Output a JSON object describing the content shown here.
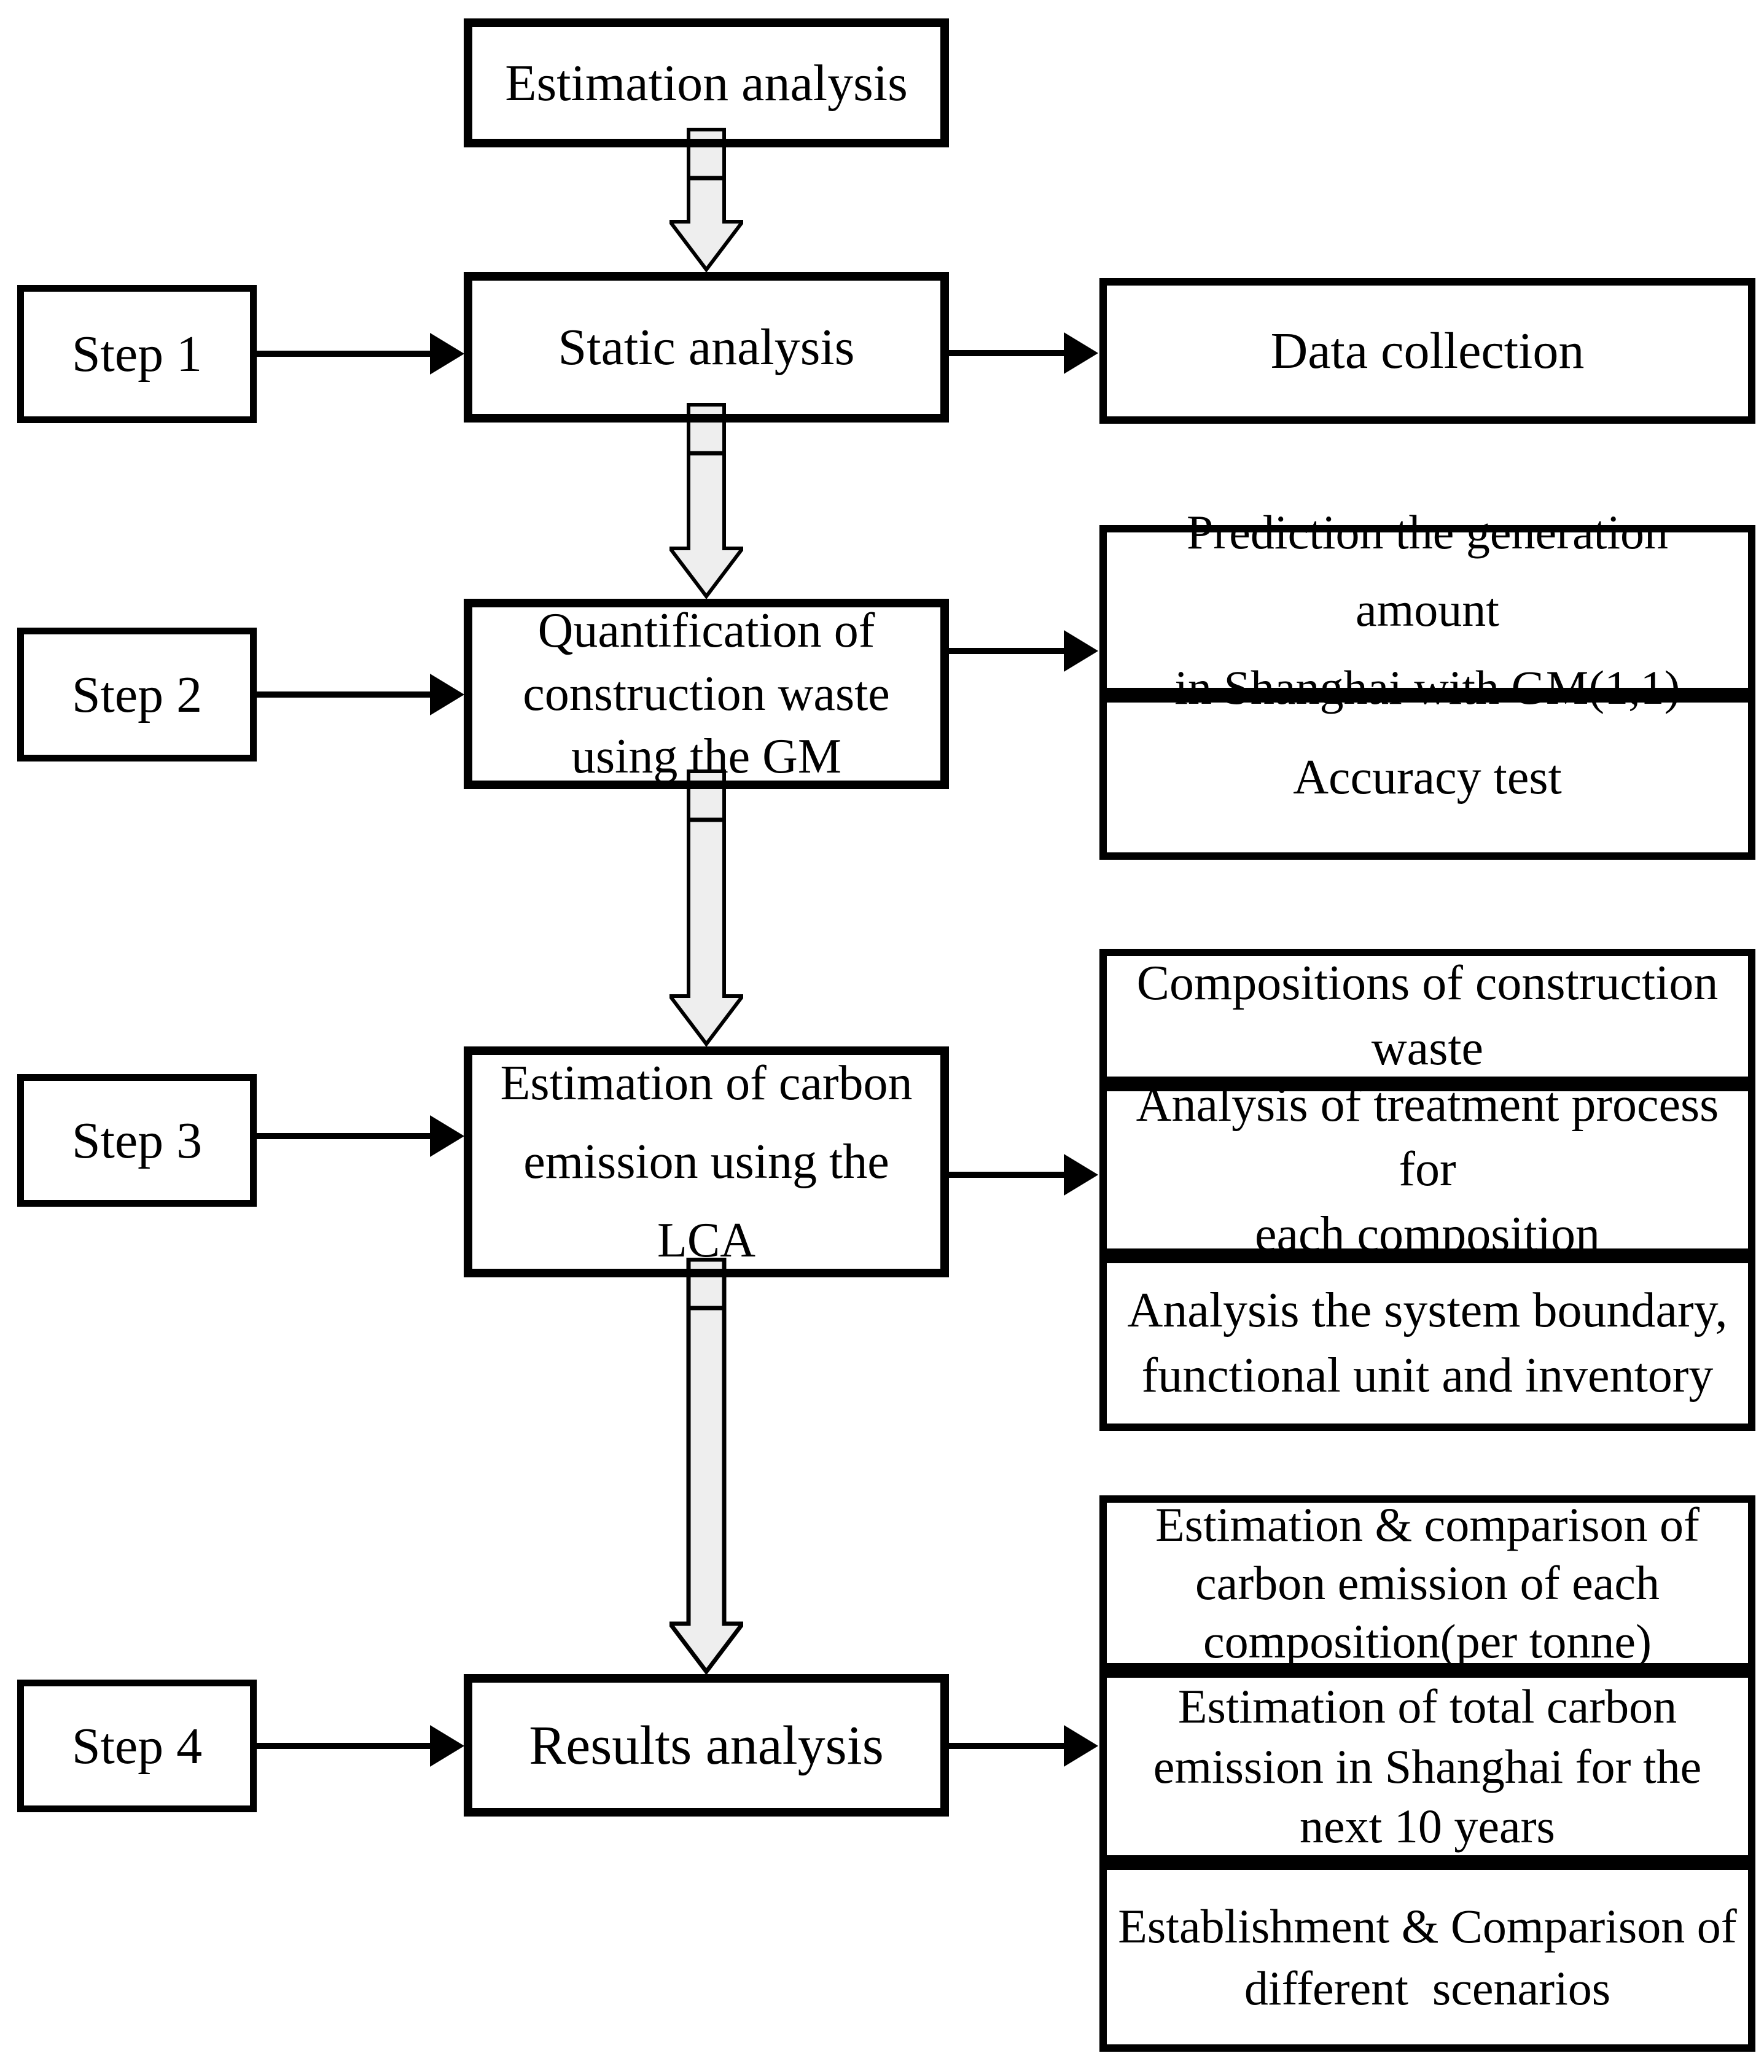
{
  "page": {
    "background": "#ffffff"
  },
  "diagram": {
    "colors": {
      "line": "#000000",
      "box_fill": "#ffffff",
      "block_arrow_fill": "#eeeeee"
    },
    "top_box": {
      "label": "Estimation analysis"
    },
    "steps": [
      {
        "step_label": "Step 1",
        "main_label": "Static analysis",
        "outputs": [
          "Data collection"
        ]
      },
      {
        "step_label": "Step 2",
        "main_label": "Quantification of\nconstruction waste\nusing the GM",
        "outputs": [
          "Prediction the generation amount\nin Shanghai with GM(1,1)",
          "Accuracy test"
        ]
      },
      {
        "step_label": "Step 3",
        "main_label": "Estimation of carbon\nemission using the LCA",
        "outputs": [
          "Compositions of construction\nwaste",
          "Analysis of treatment process for\neach composition",
          "Analysis the system boundary,\nfunctional unit and inventory"
        ]
      },
      {
        "step_label": "Step 4",
        "main_label": "Results analysis",
        "outputs": [
          "Estimation & comparison of\ncarbon emission of each\ncomposition(per tonne)",
          "Estimation of total carbon\nemission in Shanghai for the\nnext 10 years",
          "Establishment & Comparison of\ndifferent  scenarios"
        ]
      }
    ]
  }
}
